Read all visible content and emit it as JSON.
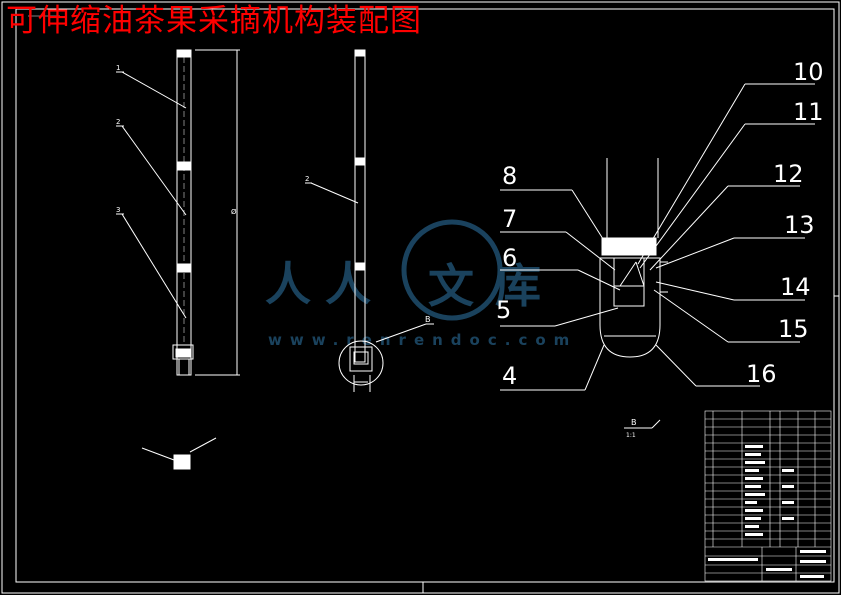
{
  "title": "可伸缩油茶果采摘机构装配图",
  "watermark": {
    "chars": [
      "人",
      "人",
      "文",
      "库"
    ],
    "url": "www.renrendoc.com",
    "color": "#1f4e6e"
  },
  "callouts": [
    "10",
    "11",
    "8",
    "12",
    "7",
    "13",
    "6",
    "14",
    "5",
    "15",
    "4",
    "16"
  ],
  "front_view_labels": [
    "1",
    "2",
    "3"
  ],
  "side_view_labels": [
    "2",
    "B"
  ],
  "detail_label": "B",
  "colors": {
    "background": "#000000",
    "lines": "#ffffff",
    "title": "#ff0000"
  }
}
